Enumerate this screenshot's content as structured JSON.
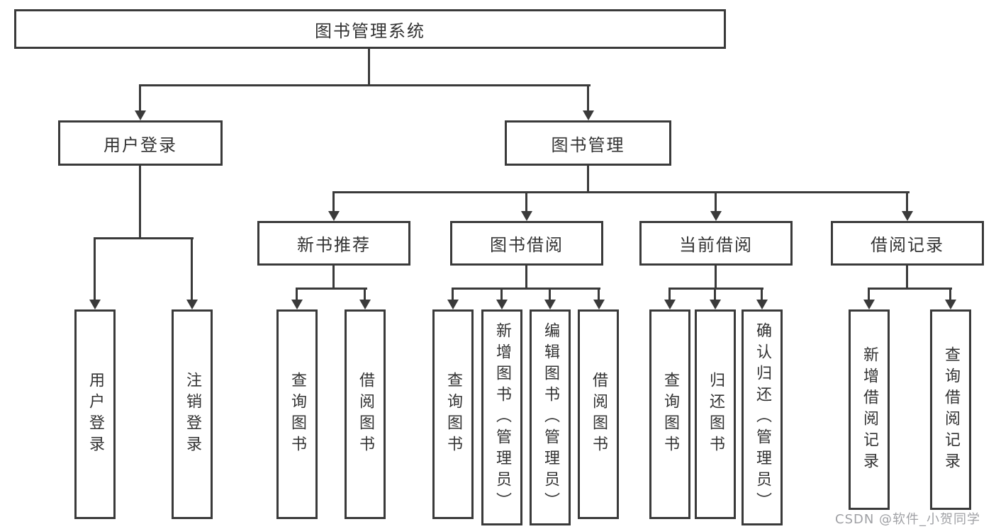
{
  "tree": {
    "root": {
      "label": "图书管理系统",
      "children": [
        {
          "label": "用户登录",
          "children": [
            {
              "label": "用户登录"
            },
            {
              "label": "注销登录"
            }
          ]
        },
        {
          "label": "图书管理",
          "children": [
            {
              "label": "新书推荐",
              "children": [
                {
                  "label": "查询图书"
                },
                {
                  "label": "借阅图书"
                }
              ]
            },
            {
              "label": "图书借阅",
              "children": [
                {
                  "label": "查询图书"
                },
                {
                  "label": "新增图书（管理员）"
                },
                {
                  "label": "编辑图书（管理员）"
                },
                {
                  "label": "借阅图书"
                }
              ]
            },
            {
              "label": "当前借阅",
              "children": [
                {
                  "label": "查询图书"
                },
                {
                  "label": "归还图书"
                },
                {
                  "label": "确认归还（管理员）"
                }
              ]
            },
            {
              "label": "借阅记录",
              "children": [
                {
                  "label": "新增借阅记录"
                },
                {
                  "label": "查询借阅记录"
                }
              ]
            }
          ]
        }
      ]
    }
  },
  "watermark": {
    "text": "CSDN @软件_小贺同学"
  },
  "colors": {
    "line": "#3a3a3a",
    "text": "#333333",
    "background": "#ffffff",
    "watermark": "#9fa0a4"
  }
}
